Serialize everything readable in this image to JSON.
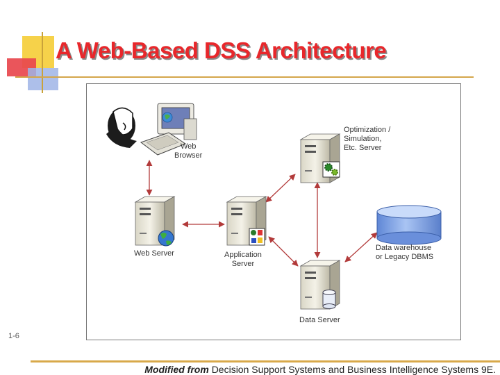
{
  "slide": {
    "title": "A Web-Based DSS Architecture",
    "page_number": "1-6",
    "footer_prefix": "Modified from",
    "footer_text": "Decision Support Systems and Business Intelligence Systems 9E."
  },
  "diagram": {
    "nodes": {
      "web_browser": "Web\nBrowser",
      "web_server": "Web Server",
      "application_server": "Application\nServer",
      "optimization_server": "Optimization /\nSimulation,\nEtc. Server",
      "data_warehouse": "Data warehouse\nor Legacy DBMS",
      "data_server": "Data Server"
    },
    "icons": [
      "user-icon",
      "computer-icon",
      "server-icon",
      "globe-icon",
      "gear-icon",
      "apps-icon",
      "database-icon"
    ]
  },
  "colors": {
    "title": "#e8272b",
    "arrow": "#b23a3a",
    "accent_line": "#d4a64a",
    "database": "#7ea4e8"
  }
}
